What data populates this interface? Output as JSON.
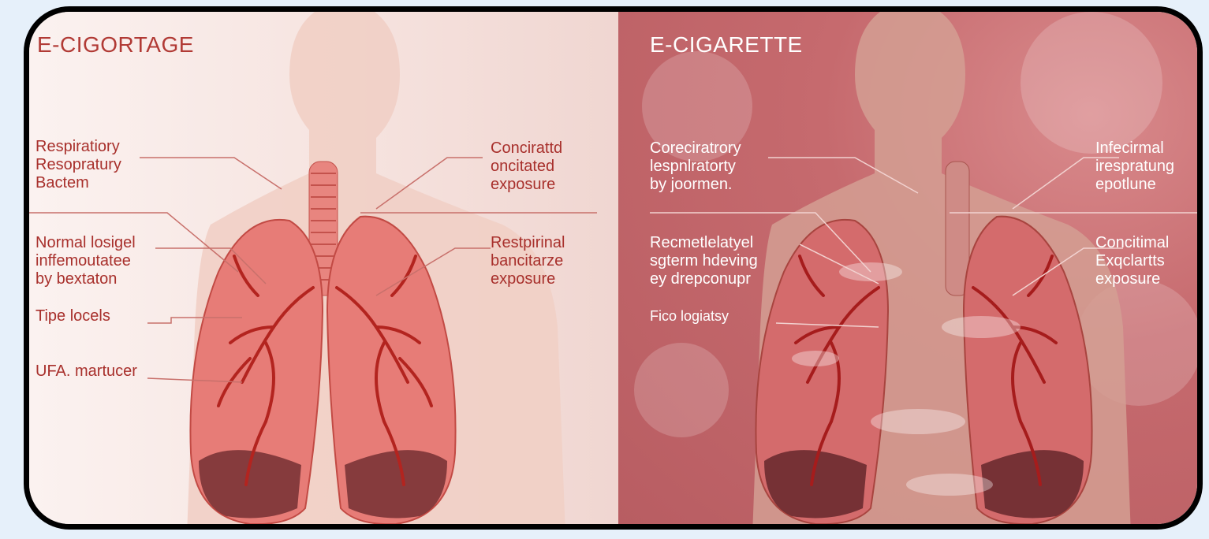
{
  "left_panel": {
    "title": "E-CIGORTAGE",
    "labels": {
      "l1": "Respiratiory\nResopratury\nBactem",
      "l2": "Normal losigel\ninffemoutatee\nby bextaton",
      "l3": "Tipe locels",
      "l4": "UFA. martucer",
      "r1": "Concirattd\noncitated\nexposure",
      "r2": "Restpirinal\nbancitarze\nexposure"
    }
  },
  "right_panel": {
    "title": "E-CIGARETTE",
    "labels": {
      "l1": "Coreciratrory\nlespnlratorty\nby joormen.",
      "l2": "Recmetlelatyel\nsgterm hdeving\ney drepconupr",
      "l3": "Fico logiatsy",
      "r1": "Infecirmal\nirespratung\nepotlune",
      "r2": "Concitimal\nExqclartts\nexposure"
    }
  },
  "colors": {
    "border": "#000000",
    "lung_fill": "#e77c77",
    "bronchi": "#b3241f",
    "left_label": "#a8302c",
    "right_label": "#ffffff"
  }
}
